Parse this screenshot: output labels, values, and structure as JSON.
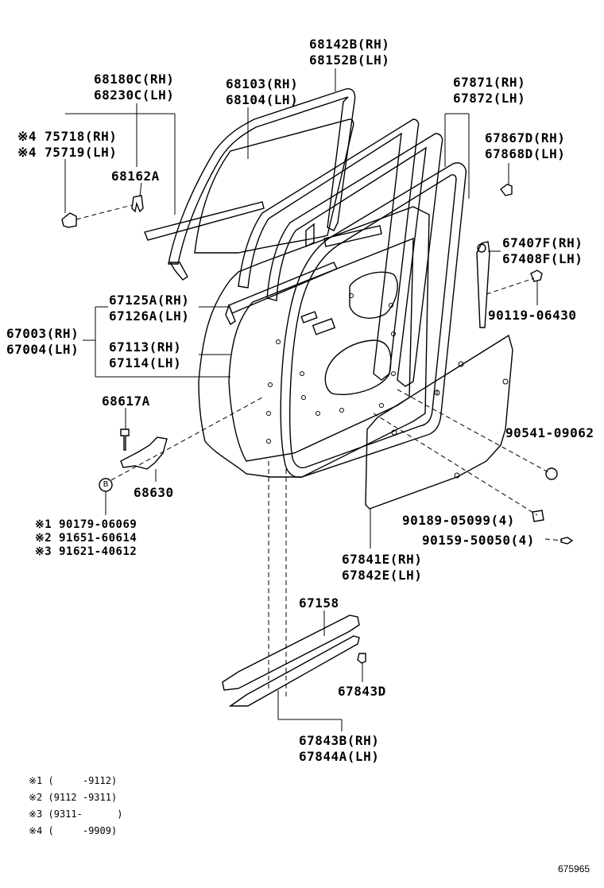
{
  "parts": {
    "p68142b": "68142B(RH)",
    "p68152b": "68152B(LH)",
    "p68180c": "68180C(RH)",
    "p68230c": "68230C(LH)",
    "p68103": "68103(RH)",
    "p68104": "68104(LH)",
    "p67871": "67871(RH)",
    "p67872": "67872(LH)",
    "p75718": "※4 75718(RH)",
    "p75719": "※4 75719(LH)",
    "p67867d": "67867D(RH)",
    "p67868d": "67868D(LH)",
    "p68162a": "68162A",
    "p67407f": "67407F(RH)",
    "p67408f": "67408F(LH)",
    "p67125a": "67125A(RH)",
    "p67126a": "67126A(LH)",
    "p90119": "90119-06430",
    "p67003": "67003(RH)",
    "p67004": "67004(LH)",
    "p67113": "67113(RH)",
    "p67114": "67114(LH)",
    "p68617a": "68617A",
    "p90541": "90541-09062",
    "p68630": "68630",
    "p90179": "※1 90179-06069",
    "p91651": "※2 91651-60614",
    "p91621": "※3 91621-40612",
    "p90189": "90189-05099(4)",
    "p90159": "90159-50050(4)",
    "p67841e": "67841E(RH)",
    "p67842e": "67842E(LH)",
    "p67158": "67158",
    "p67843d": "67843D",
    "p67843b": "67843B(RH)",
    "p67844a": "67844A(LH)",
    "circle_b": "B"
  },
  "notes": [
    "※1 (     -9112)",
    "※2 (9112 -9311)",
    "※3 (9311-      )",
    "※4 (     -9909)"
  ],
  "diagram_id": "675965"
}
